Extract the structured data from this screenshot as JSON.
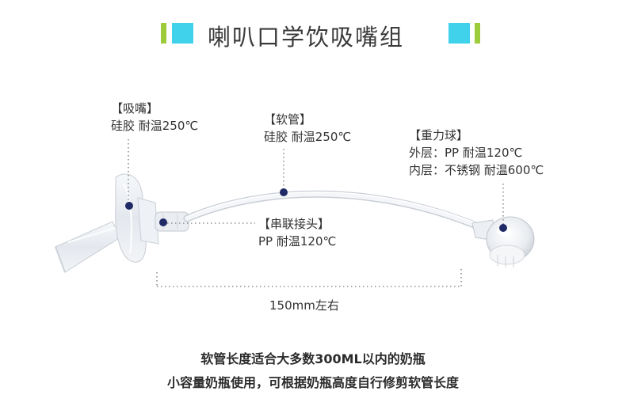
{
  "title": "喇叭口学饮吸嘴组",
  "colors": {
    "green": "#9ccb3b",
    "cyan": "#3fd2ea",
    "dot": "#1f2a66",
    "guide": "#8f8f8f"
  },
  "labels": {
    "mouthpiece": {
      "name": "【吸嘴】",
      "desc": "硅胶 耐温250℃"
    },
    "tube": {
      "name": "【软管】",
      "desc": "硅胶 耐温250℃"
    },
    "weight_ball": {
      "name": "【重力球】",
      "outer": "外层：PP 耐温120℃",
      "inner": "内层：不锈钢 耐温600℃"
    },
    "connector": {
      "name": "【串联接头】",
      "desc": "PP 耐温120℃"
    }
  },
  "dimension": "150mm左右",
  "notes": {
    "line1": "软管长度适合大多数300ML以内的奶瓶",
    "line2": "小容量奶瓶使用，可根据奶瓶高度自行修剪软管长度"
  }
}
